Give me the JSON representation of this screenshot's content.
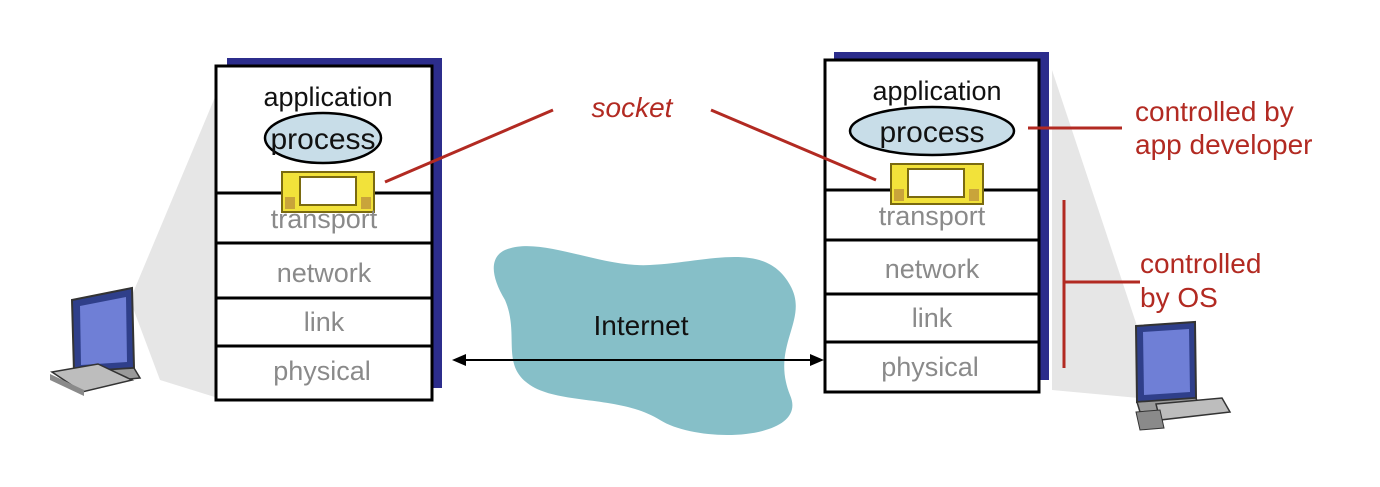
{
  "left_host": {
    "application_label": "application",
    "process_label": "process",
    "layers": [
      "transport",
      "network",
      "link",
      "physical"
    ]
  },
  "right_host": {
    "application_label": "application",
    "process_label": "process",
    "layers": [
      "transport",
      "network",
      "link",
      "physical"
    ]
  },
  "socket_label": "socket",
  "internet_label": "Internet",
  "annotations": {
    "app_developer": [
      "controlled by",
      "app developer"
    ],
    "os": [
      "controlled",
      "by OS"
    ]
  },
  "colors": {
    "stack_border": "#000000",
    "stack_shadow": "#2c2d8c",
    "socket_fill": "#f2e23a",
    "socket_border": "#7a6a10",
    "process_ellipse": "#c8dde8",
    "cloud": "#86bfc8",
    "annotation_red": "#b22a22",
    "cone_gray": "#e3e3e3",
    "layer_text": "#8a8a8a"
  }
}
